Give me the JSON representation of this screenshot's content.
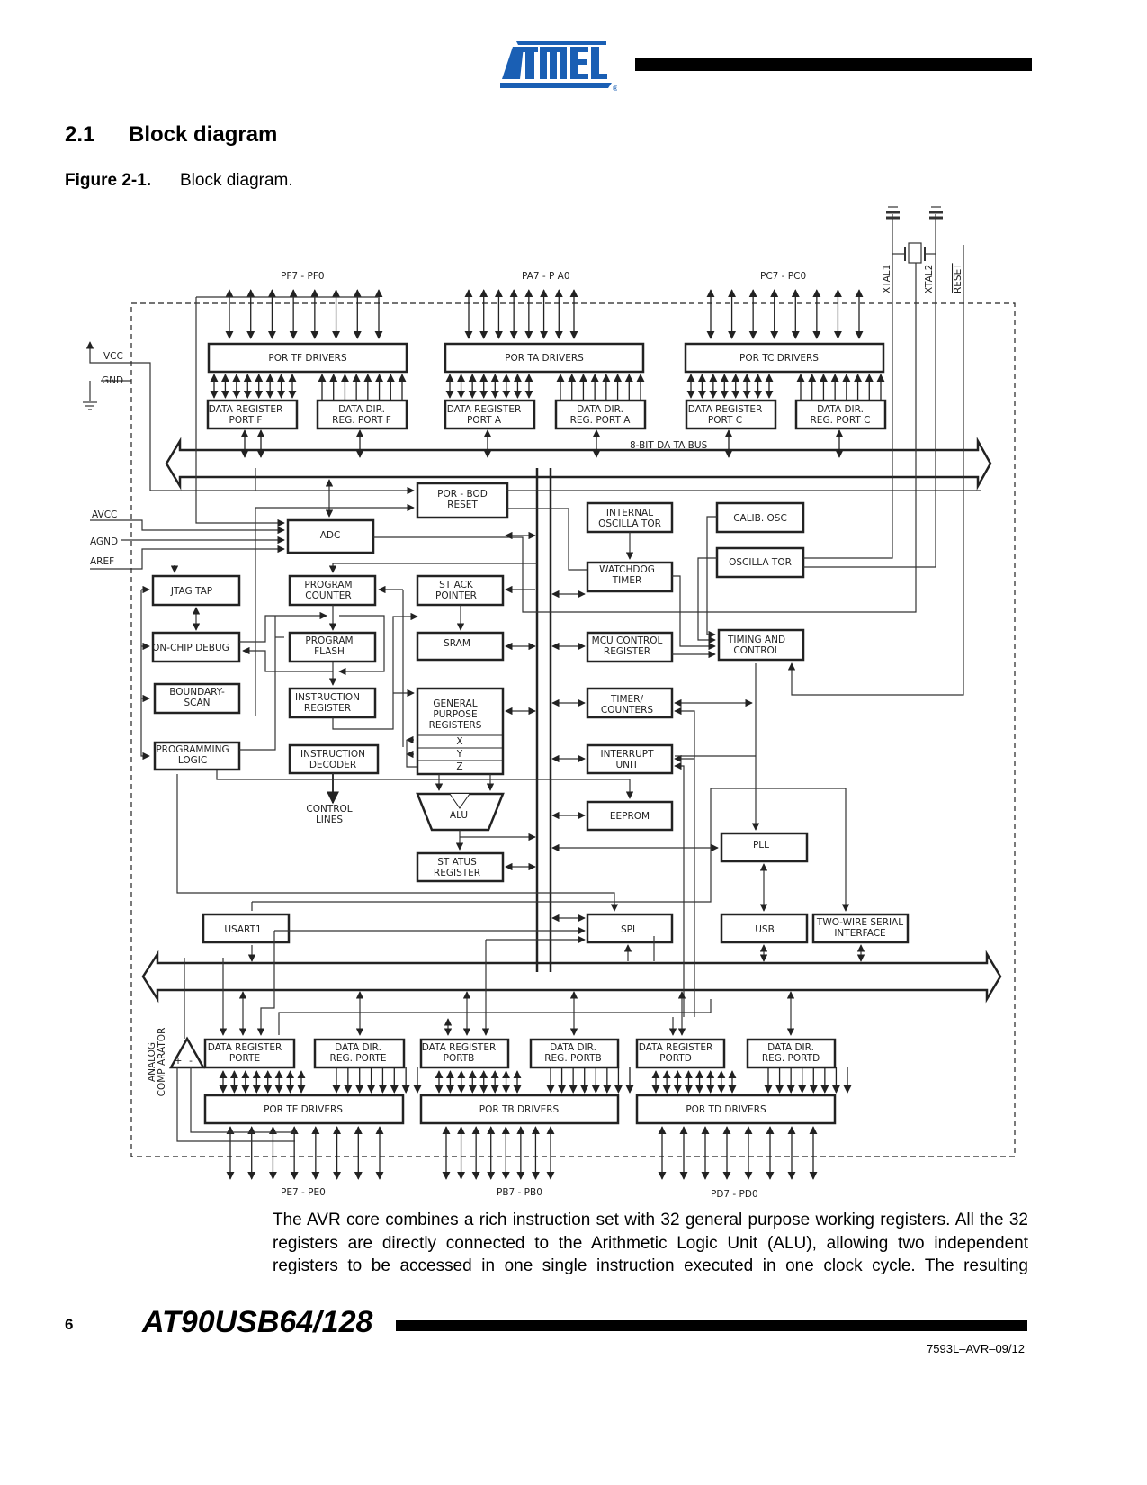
{
  "header": {
    "logo_text": "ATMEL",
    "logo_color": "#1a5fb4",
    "registered_mark": "®"
  },
  "section": {
    "number": "2.1",
    "title": "Block diagram"
  },
  "figure": {
    "label": "Figure 2-1.",
    "title": "Block diagram."
  },
  "diagram": {
    "pin_groups_top": {
      "portf": "PF7 - PF0",
      "porta": "PA7 - P A0",
      "portc": "PC7 - PC0"
    },
    "pin_groups_bottom": {
      "porte": "PE7 - PE0",
      "portb": "PB7 - PB0",
      "portd": "PD7 - PD0"
    },
    "external_pins": {
      "vcc": "VCC",
      "gnd": "GND",
      "avcc": "AVCC",
      "agnd": "AGND",
      "aref": "AREF",
      "xtal1": "XTAL1",
      "xtal2": "XTAL2",
      "reset": "RESET"
    },
    "bus_label": "8-BIT DA  TA BUS",
    "blocks": {
      "portf_drivers": "POR TF DRIVERS",
      "porta_drivers": "POR TA DRIVERS",
      "portc_drivers": "POR TC DRIVERS",
      "dreg_f": [
        "DATA REGISTER",
        "PORT F"
      ],
      "ddr_f": [
        "DATA DIR.",
        "REG.   PORT F"
      ],
      "dreg_a": [
        "DATA REGISTER",
        "PORT A"
      ],
      "ddr_a": [
        "DATA DIR.",
        "REG.   PORT A"
      ],
      "dreg_c": [
        "DATA REGISTER",
        "PORT C"
      ],
      "ddr_c": [
        "DATA DIR.",
        "REG.   PORT C"
      ],
      "por_bod": [
        "POR - BOD",
        "RESET"
      ],
      "adc": "ADC",
      "int_osc": [
        "INTERNAL",
        "OSCILLA   TOR"
      ],
      "calib_osc": "CALIB. OSC",
      "oscillator": "OSCILLA   TOR",
      "jtag": "JTAG TAP",
      "program_counter": [
        "PROGRAM",
        "COUNTER"
      ],
      "stack_pointer": [
        "ST ACK",
        "POINTER"
      ],
      "watchdog": [
        "WATCHDOG",
        "TIMER"
      ],
      "on_chip_debug": "ON-CHIP DEBUG",
      "program_flash": [
        "PROGRAM",
        "FLASH"
      ],
      "sram": "SRAM",
      "mcu_control": [
        "MCU CONTROL",
        "REGISTER"
      ],
      "timing_control": [
        "TIMING AND",
        "CONTROL"
      ],
      "boundary_scan": [
        "BOUNDARY-",
        "SCAN"
      ],
      "instruction_register": [
        "INSTRUCTION",
        "REGISTER"
      ],
      "gp_registers": [
        "GENERAL",
        "PURPOSE",
        "REGISTERS"
      ],
      "gp_xyz": [
        "X",
        "Y",
        "Z"
      ],
      "timer_counters": [
        "TIMER/",
        "COUNTERS"
      ],
      "programming_logic": [
        "PROGRAMMING",
        "LOGIC"
      ],
      "instruction_decoder": [
        "INSTRUCTION",
        "DECODER"
      ],
      "interrupt_unit": [
        "INTERRUPT",
        "UNIT"
      ],
      "control_lines": [
        "CONTROL",
        "LINES"
      ],
      "alu": "ALU",
      "eeprom": "EEPROM",
      "status_register": [
        "ST ATUS",
        "REGISTER"
      ],
      "pll": "PLL",
      "usart1": "USART1",
      "spi": "SPI",
      "usb": "USB",
      "twi": [
        "TWO-WIRE SERIAL",
        "INTERFACE"
      ],
      "analog_comparator": [
        "ANALOG",
        "COMP ARATOR"
      ],
      "comparator_plus": "+",
      "comparator_minus": "-",
      "dreg_e": [
        "DATA REGISTER",
        "PORTE"
      ],
      "ddr_e": [
        "DATA DIR.",
        "REG.   PORTE"
      ],
      "dreg_b": [
        "DATA REGISTER",
        "PORTB"
      ],
      "ddr_b": [
        "DATA DIR.",
        "REG.   PORTB"
      ],
      "dreg_d": [
        "DATA REGISTER",
        "PORTD"
      ],
      "ddr_d": [
        "DATA DIR.",
        "REG.   PORTD"
      ],
      "porte_drivers": "POR TE DRIVERS",
      "portb_drivers": "POR TB DRIVERS",
      "portd_drivers": "POR TD DRIVERS"
    }
  },
  "body_text": "The AVR core combines a rich instruction set with 32 general purpose working registers. All the 32 registers are directly connected to the Arithmetic Logic Unit (ALU), allowing two independent registers to be accessed in one single instruction executed in one clock cycle. The resulting",
  "footer": {
    "page_number": "6",
    "doc_title": "AT90USB64/128",
    "doc_code": "7593L–AVR–09/12"
  }
}
